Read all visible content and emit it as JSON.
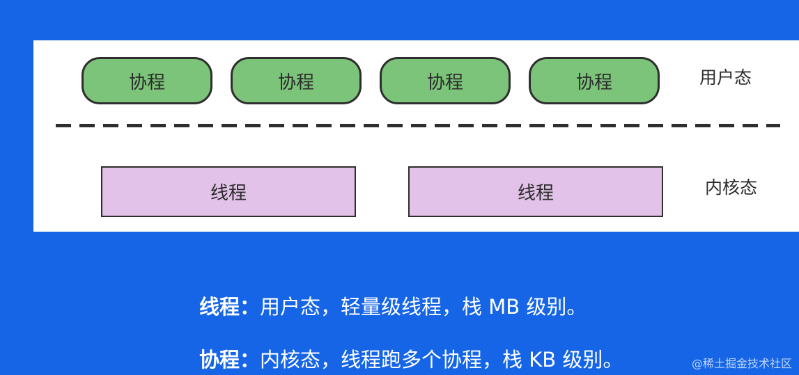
{
  "user_space": {
    "label": "用户态",
    "coroutines": [
      "协程",
      "协程",
      "协程",
      "协程"
    ]
  },
  "kernel_space": {
    "label": "内核态",
    "threads": [
      "线程",
      "线程"
    ]
  },
  "notes": [
    {
      "term": "线程：",
      "text": "用户态，轻量级线程，栈 MB 级别。"
    },
    {
      "term": "协程：",
      "text": "内核态，线程跑多个协程，栈 KB 级别。"
    }
  ],
  "watermark": "@稀土掘金技术社区",
  "colors": {
    "background": "#1565e6",
    "coroutine_fill": "#7cc47a",
    "thread_fill": "#e2c2e8"
  }
}
